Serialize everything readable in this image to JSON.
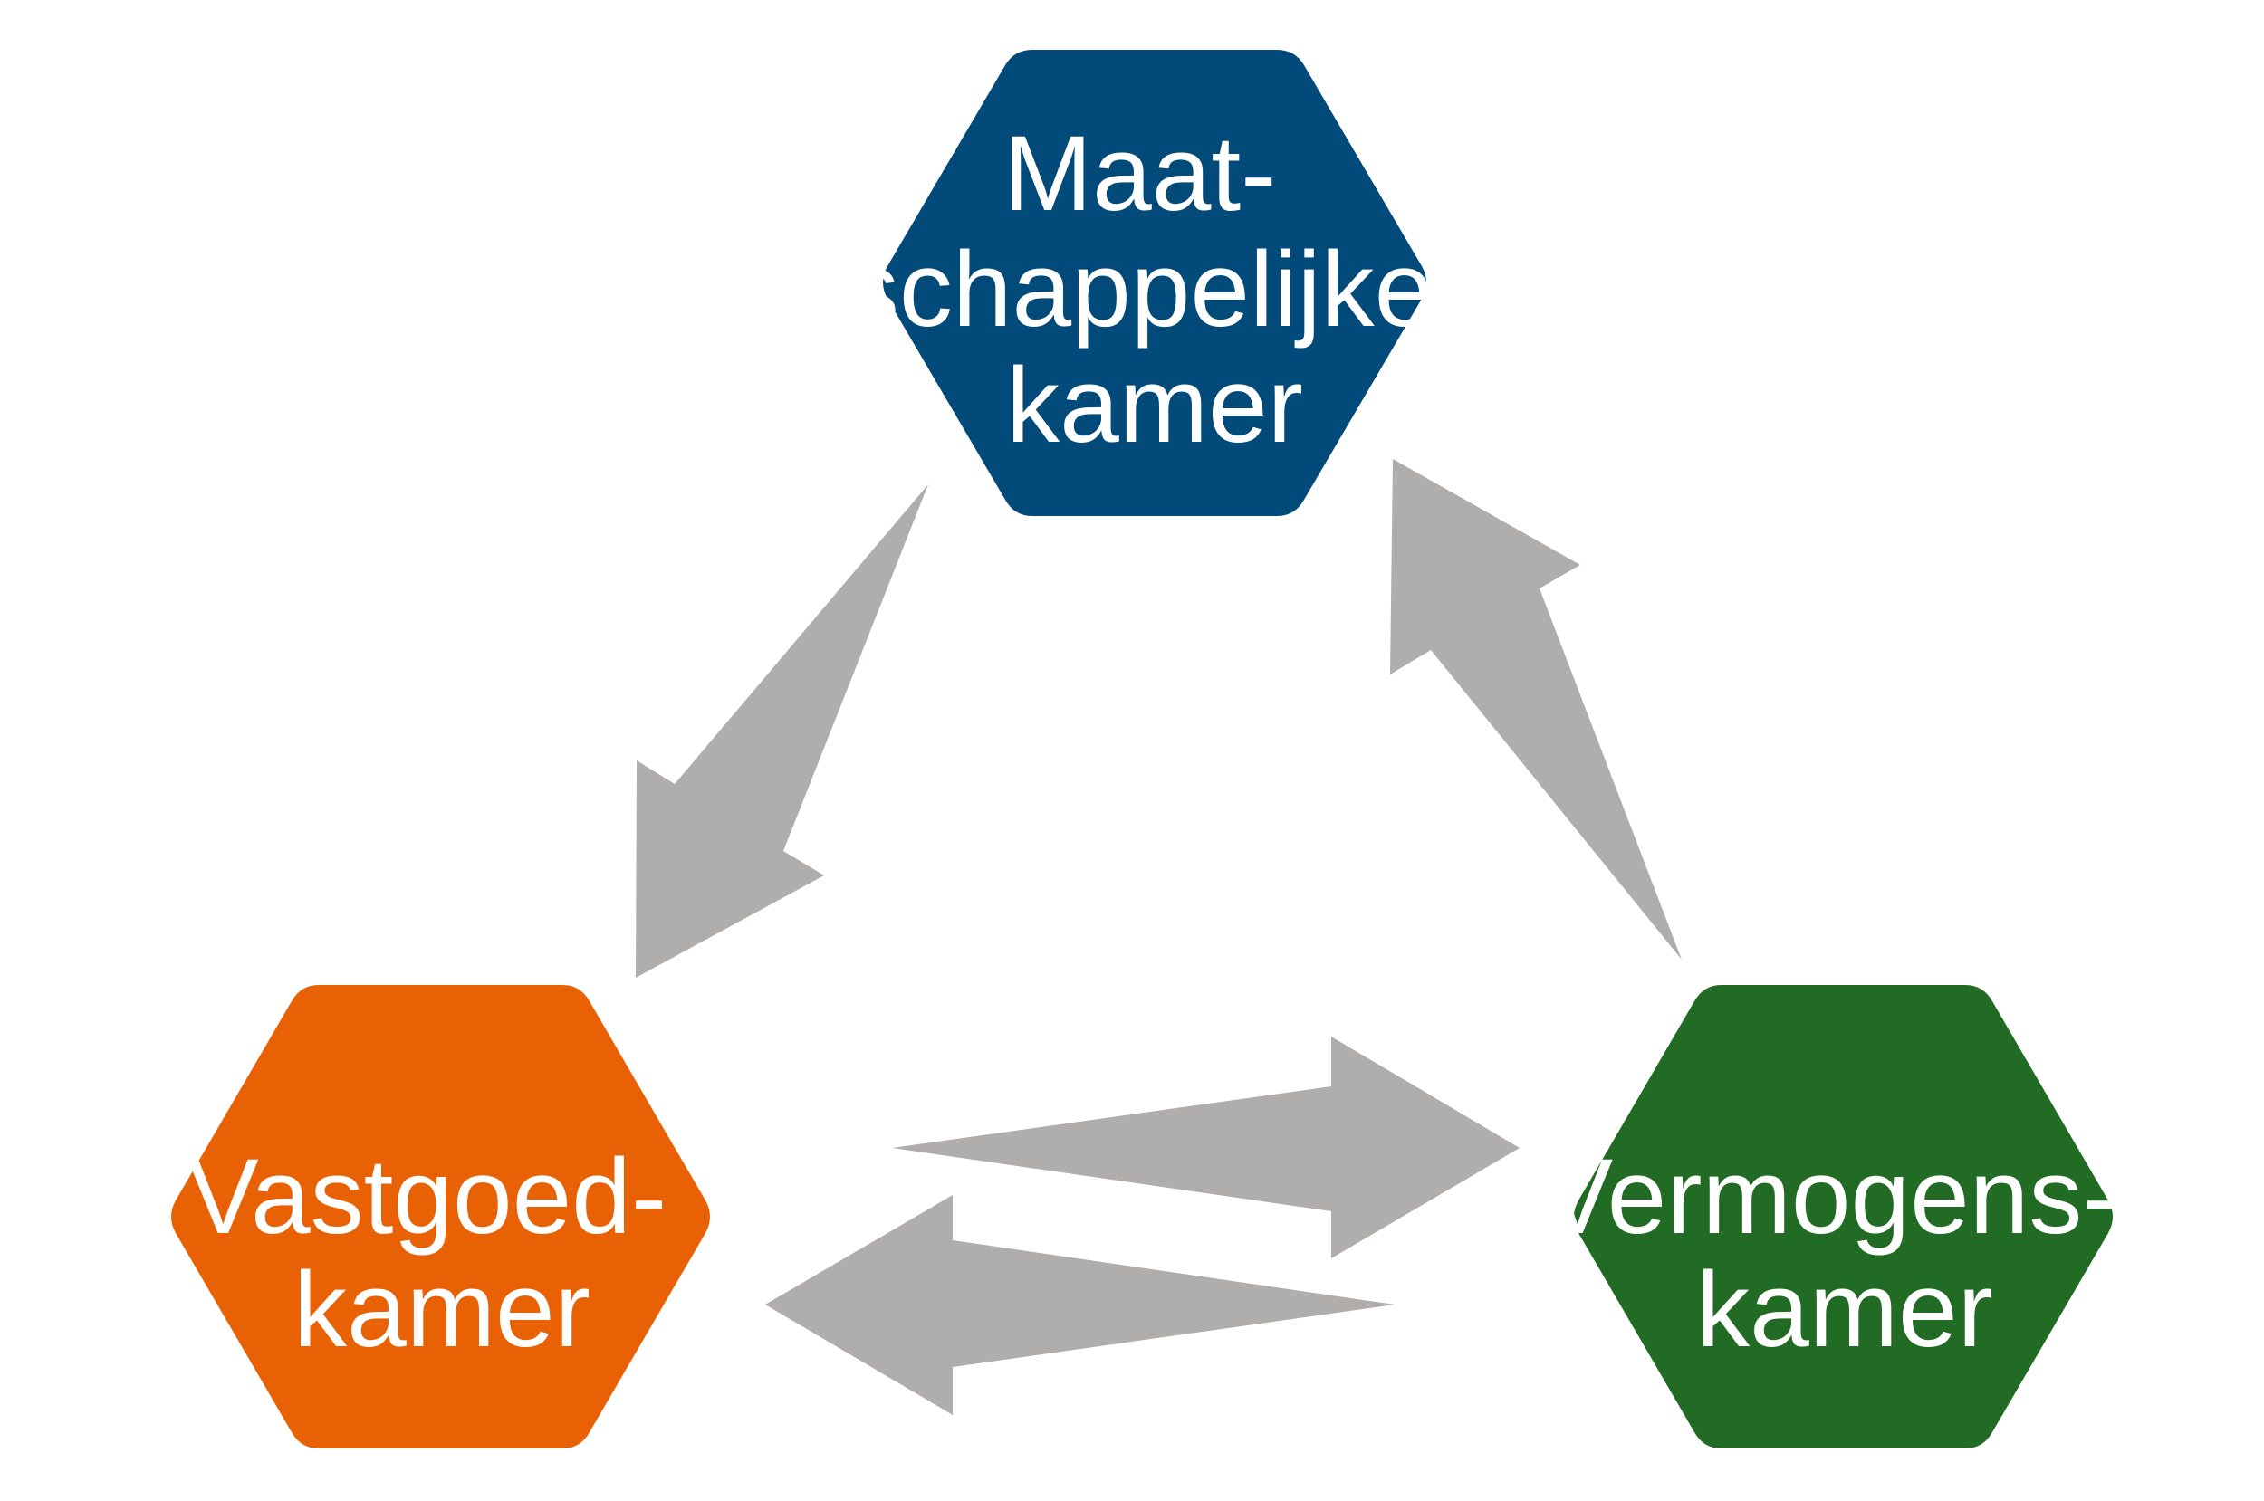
{
  "colors": {
    "background": "#ffffff",
    "arrow": "#b0aeac",
    "hex_top": "#024a7a",
    "hex_left": "#e86205",
    "hex_right": "#226b24",
    "label": "#ffffff"
  },
  "nodes": {
    "maatschappelijk": {
      "lines": [
        "Maat-",
        "schappelijke",
        "kamer"
      ]
    },
    "vastgoed": {
      "lines": [
        "Vastgoed-",
        "kamer"
      ]
    },
    "vermogens": {
      "lines": [
        "Vermogens-",
        "kamer"
      ]
    }
  },
  "edges": [
    {
      "from": "maatschappelijk",
      "to": "vastgoed"
    },
    {
      "from": "vastgoed",
      "to": "vermogens"
    },
    {
      "from": "vermogens",
      "to": "vastgoed"
    },
    {
      "from": "vermogens",
      "to": "maatschappelijk"
    }
  ]
}
